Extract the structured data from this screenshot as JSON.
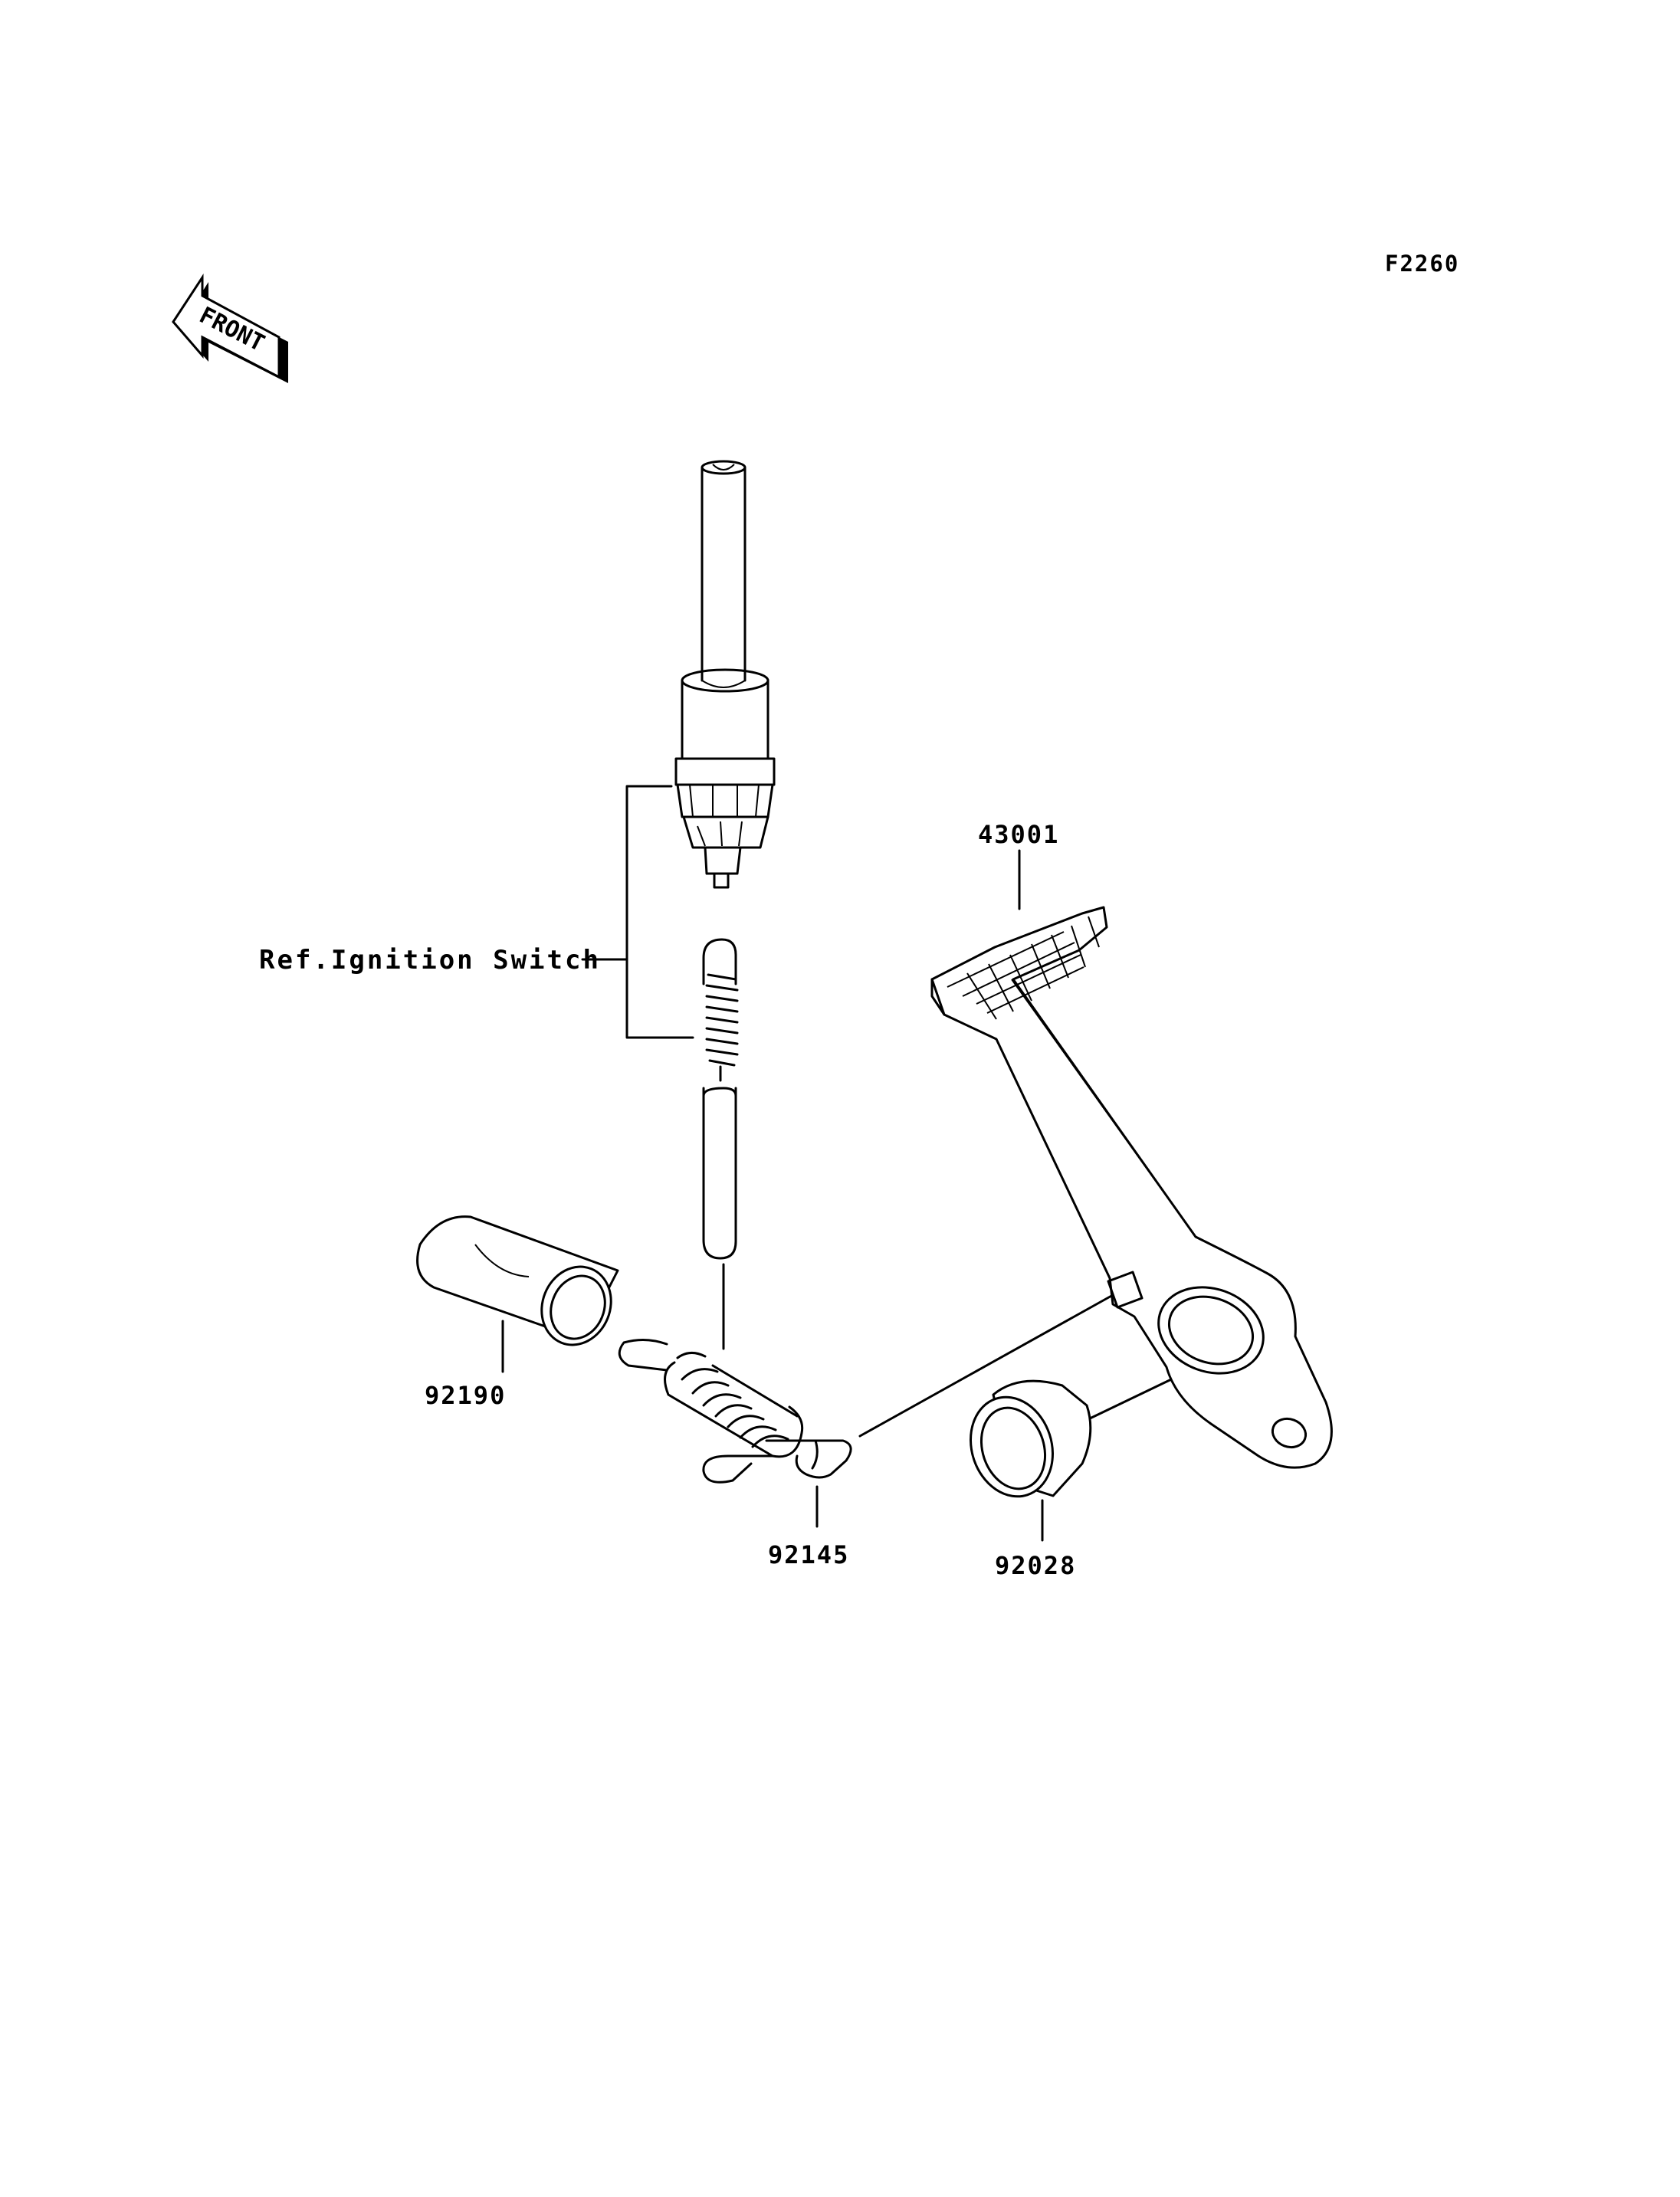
{
  "diagram": {
    "code": "F2260",
    "front_arrow_label": "FRONT",
    "ref_label": "Ref.Ignition Switch",
    "parts": [
      {
        "number": "43001",
        "name": "brake-pedal"
      },
      {
        "number": "92190",
        "name": "sleeve"
      },
      {
        "number": "92145",
        "name": "return-spring"
      },
      {
        "number": "92028",
        "name": "bushing"
      }
    ]
  }
}
